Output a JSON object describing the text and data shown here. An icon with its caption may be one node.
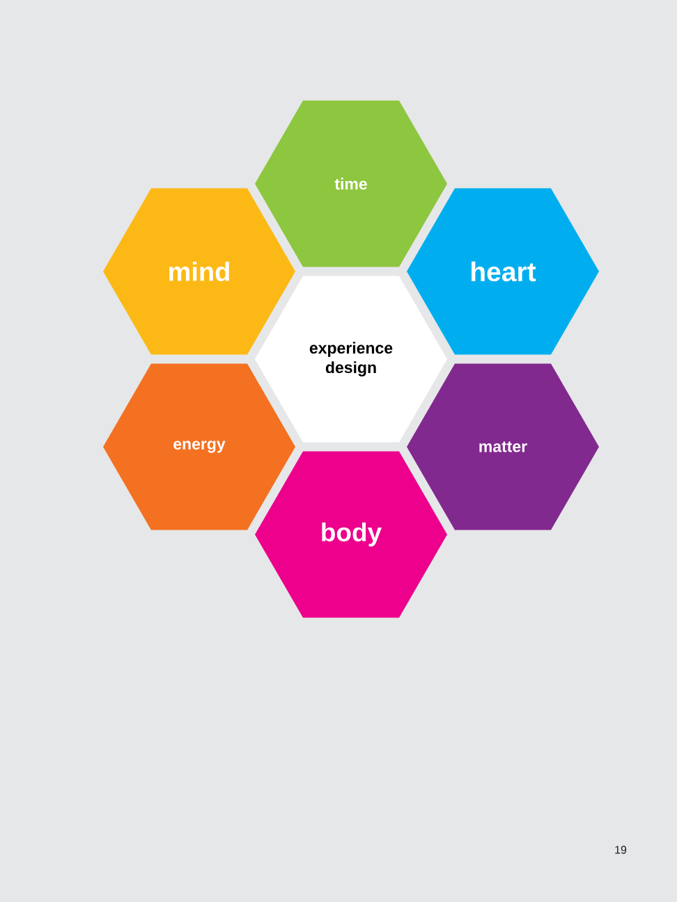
{
  "diagram": {
    "nodes": [
      {
        "text": [
          "time"
        ]
      },
      {
        "text": [
          "mind"
        ]
      },
      {
        "text": [
          "heart"
        ]
      },
      {
        "text": [
          "experience design"
        ]
      },
      {
        "text": [
          "energy"
        ]
      },
      {
        "text": [
          "matter"
        ]
      },
      {
        "text": [
          "body"
        ]
      }
    ],
    "labels": [
      "19"
    ]
  }
}
